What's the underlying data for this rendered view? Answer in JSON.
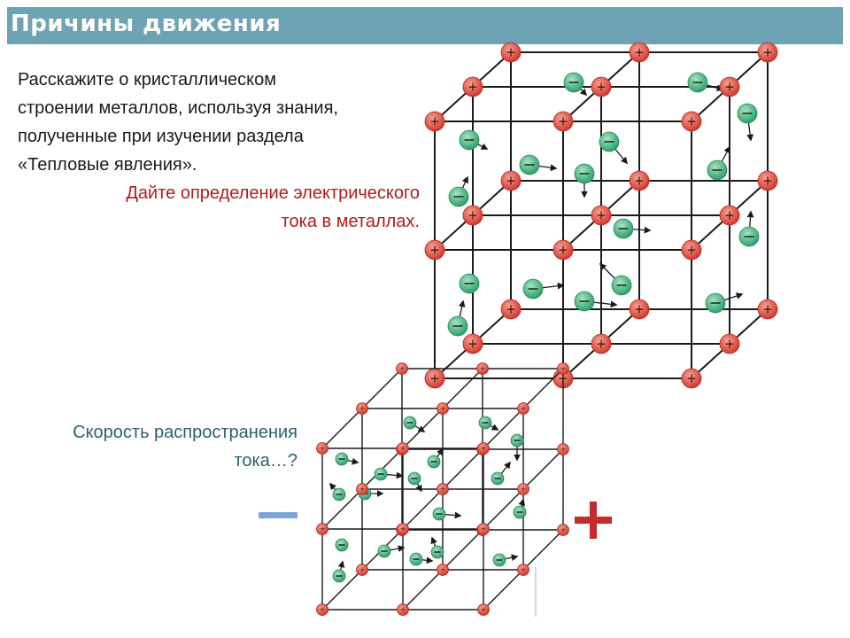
{
  "slide": {
    "title": "Причины движения",
    "intro_lines": [
      "Расскажите  о кристаллическом",
      "строении металлов, используя знания,",
      "полученные при изучении раздела",
      "«Тепловые явления»."
    ],
    "definition_lines": [
      "Дайте  определение электрического",
      "тока в металлах."
    ],
    "speed_question_lines": [
      "Скорость распространения",
      "тока…?"
    ],
    "ion_symbol": "+",
    "electron_symbol": "−"
  },
  "colors": {
    "title_bar": "#6ea3b3",
    "definition_text": "#b01c1c",
    "question_text": "#2e5f6e",
    "ion": "#e0463a",
    "electron": "#3bb27a",
    "minus_sign": "#7ba6d4",
    "plus_sign": "#c62a2a"
  }
}
